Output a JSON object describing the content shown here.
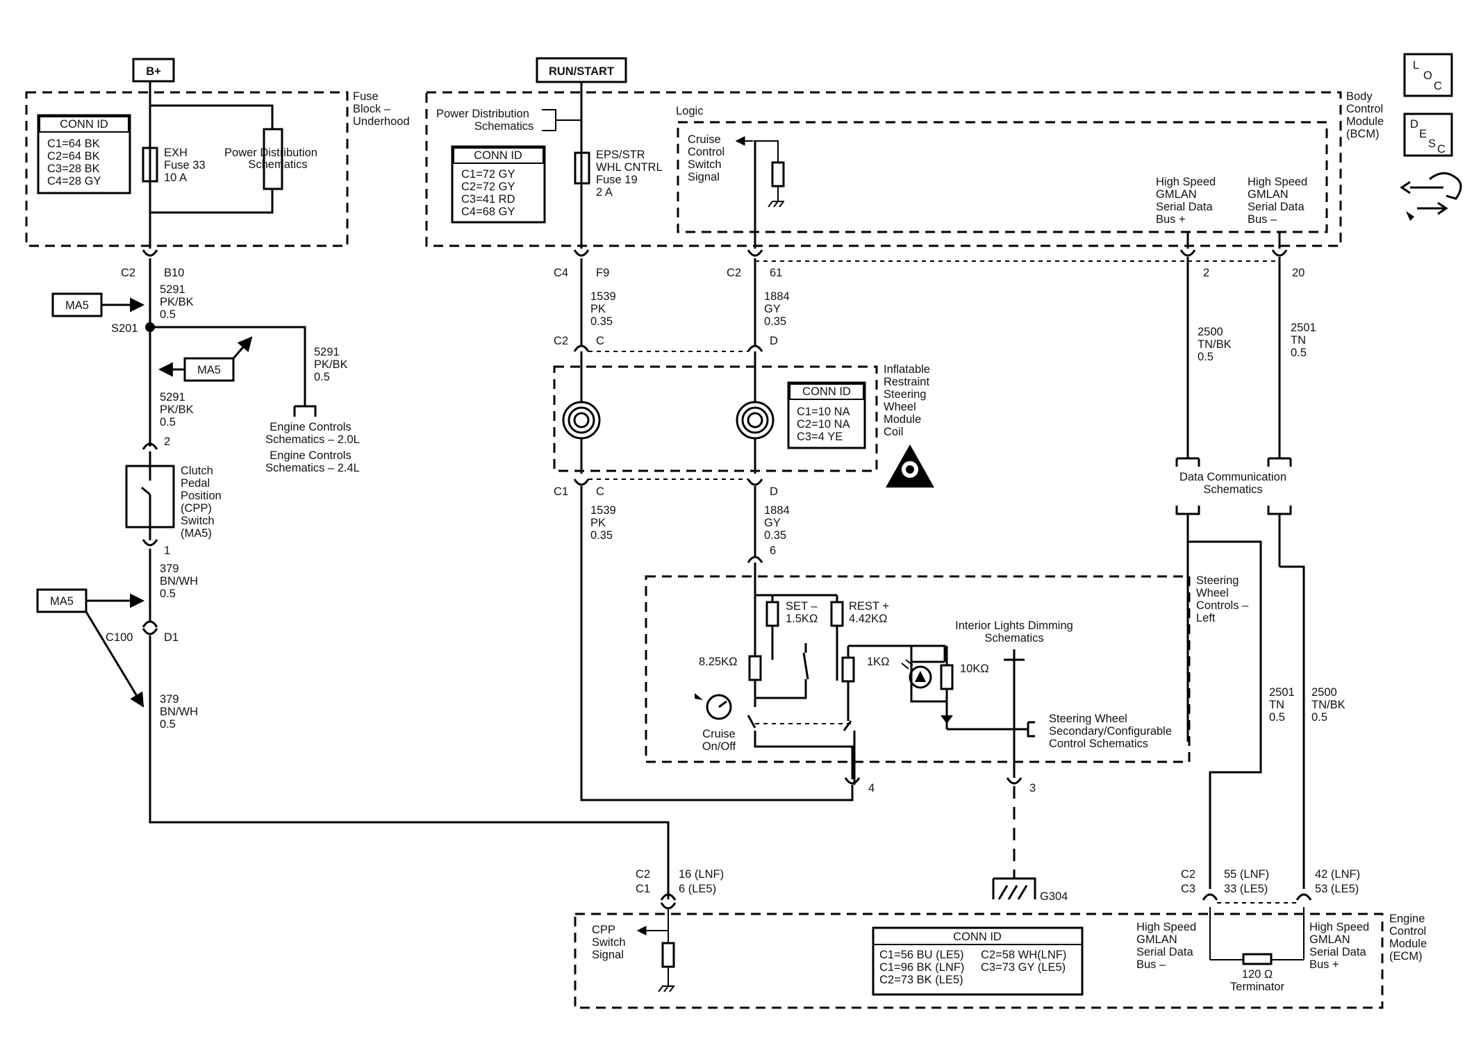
{
  "power": {
    "bplus": "B+",
    "runstart": "RUN/START"
  },
  "fuseblock": {
    "label": [
      "Fuse",
      "Block –",
      "Underhood"
    ],
    "conn_title": "CONN ID",
    "conn": [
      "C1=64 BK",
      "C2=64 BK",
      "C3=28 BK",
      "C4=28 GY"
    ],
    "fuse": [
      "EXH",
      "Fuse 33",
      "10 A"
    ],
    "pds": [
      "Power Distribution",
      "Schematics"
    ]
  },
  "bcm": {
    "label": [
      "Body",
      "Control",
      "Module",
      "(BCM)"
    ],
    "pds": [
      "Power Distribution",
      "Schematics"
    ],
    "conn_title": "CONN ID",
    "conn": [
      "C1=72 GY",
      "C2=72 GY",
      "C3=41 RD",
      "C4=68 GY"
    ],
    "fuse": [
      "EPS/STR",
      "WHL CNTRL",
      "Fuse 19",
      "2 A"
    ],
    "logic": "Logic",
    "cruise": [
      "Cruise",
      "Control",
      "Switch",
      "Signal"
    ],
    "hs_plus": [
      "High Speed",
      "GMLAN",
      "Serial Data",
      "Bus +"
    ],
    "hs_minus": [
      "High Speed",
      "GMLAN",
      "Serial Data",
      "Bus –"
    ]
  },
  "left": {
    "c2": "C2",
    "b10": "B10",
    "w1": [
      "5291",
      "PK/BK",
      "0.5"
    ],
    "s201": "S201",
    "ma5": "MA5",
    "w2": [
      "5291",
      "PK/BK",
      "0.5"
    ],
    "w3": [
      "5291",
      "PK/BK",
      "0.5"
    ],
    "engine": [
      "Engine Controls",
      "Schematics – 2.0L",
      "Engine Controls",
      "Schematics – 2.4L"
    ],
    "pin2": "2",
    "cpp": [
      "Clutch",
      "Pedal",
      "Position",
      "(CPP)",
      "Switch",
      "(MA5)"
    ],
    "pin1": "1",
    "w4": [
      "379",
      "BN/WH",
      "0.5"
    ],
    "c100": "C100",
    "d1": "D1",
    "w5": [
      "379",
      "BN/WH",
      "0.5"
    ]
  },
  "mid": {
    "c4": "C4",
    "f9": "F9",
    "w1539a": [
      "1539",
      "PK",
      "0.35"
    ],
    "c2a": "C2",
    "pin61": "61",
    "w1884a": [
      "1884",
      "GY",
      "0.35"
    ],
    "c2b": "C2",
    "pc": "C",
    "pd": "D",
    "coil": [
      "Inflatable",
      "Restraint",
      "Steering",
      "Wheel",
      "Module",
      "Coil"
    ],
    "coil_conn_title": "CONN ID",
    "coil_conn": [
      "C1=10 NA",
      "C2=10 NA",
      "C3=4 YE"
    ],
    "c1": "C1",
    "pc2": "C",
    "pd2": "D",
    "w1539b": [
      "1539",
      "PK",
      "0.35"
    ],
    "w1884b": [
      "1884",
      "GY",
      "0.35"
    ],
    "pin6": "6"
  },
  "swc": {
    "label": [
      "Steering",
      "Wheel",
      "Controls –",
      "Left"
    ],
    "set": [
      "SET –",
      "1.5KΩ"
    ],
    "rest": [
      "REST +",
      "4.42KΩ"
    ],
    "r825": "8.25KΩ",
    "r1k": "1KΩ",
    "r10k": "10KΩ",
    "dimming": [
      "Interior Lights Dimming",
      "Schematics"
    ],
    "cruise": [
      "Cruise",
      "On/Off"
    ],
    "secondary": [
      "Steering Wheel",
      "Secondary/Configurable",
      "Control Schematics"
    ],
    "pin4": "4",
    "pin3": "3",
    "g304": "G304"
  },
  "right": {
    "pin2": "2",
    "pin20": "20",
    "w2500a": [
      "2500",
      "TN/BK",
      "0.5"
    ],
    "w2501a": [
      "2501",
      "TN",
      "0.5"
    ],
    "dcs": [
      "Data Communication",
      "Schematics"
    ],
    "w2501b": [
      "2501",
      "TN",
      "0.5"
    ],
    "w2500b": [
      "2500",
      "TN/BK",
      "0.5"
    ]
  },
  "ecm": {
    "label": [
      "Engine",
      "Control",
      "Module",
      "(ECM)"
    ],
    "c2": "C2",
    "c1": "C1",
    "c3": "C3",
    "c2r": "C2",
    "p16": "16 (LNF)",
    "p6": "6 (LE5)",
    "p55": "55 (LNF)",
    "p33": "33 (LE5)",
    "p42": "42 (LNF)",
    "p53": "53 (LE5)",
    "cpp": [
      "CPP",
      "Switch",
      "Signal"
    ],
    "conn_title": "CONN ID",
    "conn": [
      "C1=56 BU (LE5)",
      "C2=58 WH(LNF)",
      "C1=96 BK (LNF)",
      "C3=73 GY (LE5)",
      "C2=73 BK (LE5)"
    ],
    "hs_minus": [
      "High Speed",
      "GMLAN",
      "Serial Data",
      "Bus –"
    ],
    "hs_plus": [
      "High Speed",
      "GMLAN",
      "Serial Data",
      "Bus +"
    ],
    "term": [
      "120 Ω",
      "Terminator"
    ]
  },
  "icons": {
    "loc": [
      "L",
      "O",
      "C"
    ],
    "desc": [
      "D",
      "E",
      "S",
      "C"
    ]
  }
}
